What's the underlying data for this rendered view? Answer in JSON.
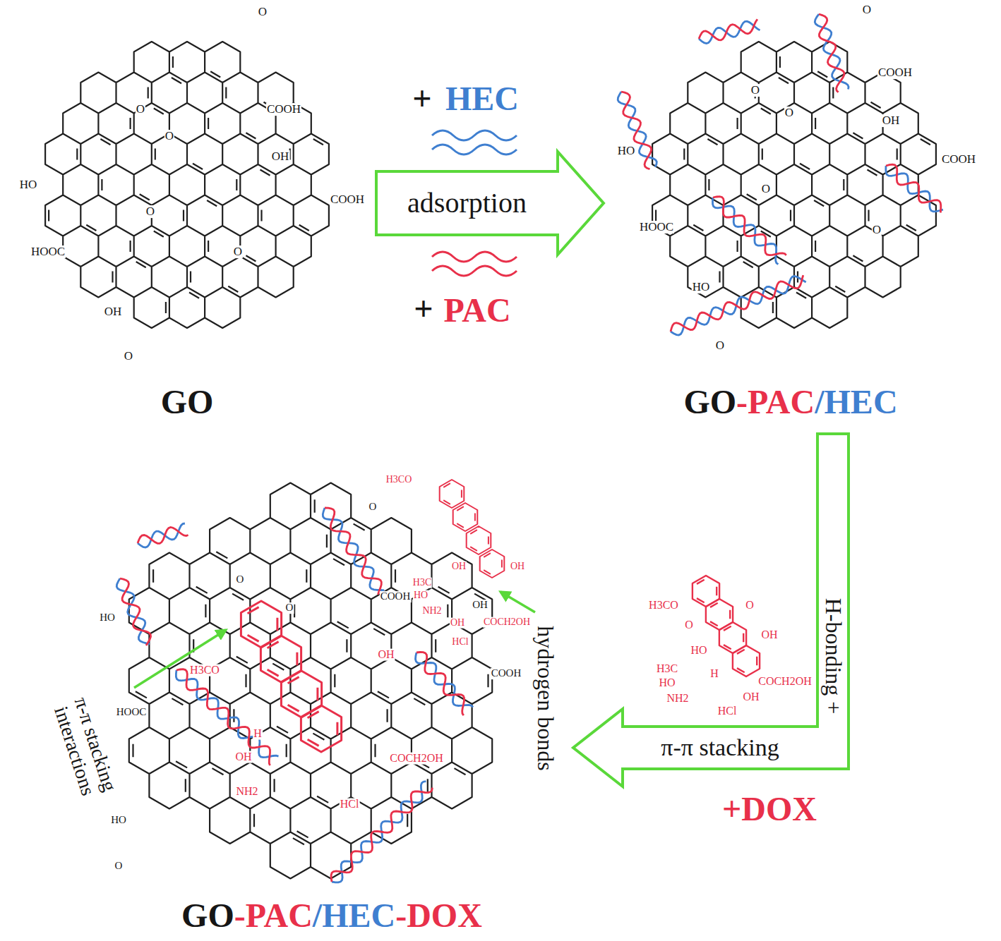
{
  "diagram": {
    "nodes": [
      {
        "text": [
          "GO"
        ]
      },
      {
        "text": [
          "GO-PAC/HEC"
        ]
      },
      {
        "text": [
          "GO-PAC/HEC-DOX"
        ]
      }
    ],
    "edges": [
      {
        "from": 0,
        "to": 1,
        "arrow": "to",
        "label": "adsorption"
      },
      {
        "from": 1,
        "to": 2,
        "arrow": "to",
        "label": "π-π stacking"
      }
    ],
    "labels": [
      "+",
      "HEC",
      "+",
      "PAC",
      "O",
      "COOH",
      "OH",
      "COOH",
      "HO",
      "HOOC",
      "OH",
      "O",
      "O",
      "O",
      "O",
      "O",
      "O",
      "COOH",
      "OH",
      "COOH",
      "HO",
      "HOOC",
      "HO",
      "O",
      "O",
      "O",
      "O",
      "O",
      "O",
      "COOH",
      "OH",
      "COOH",
      "HO",
      "HOOC",
      "HO",
      "O",
      "O",
      "O",
      "H3CO",
      "OH",
      "OH",
      "H3C",
      "HO",
      "NH2",
      "OH",
      "COCH2OH",
      "HCl",
      "H3CO",
      "OH",
      "OH",
      "H",
      "COCH2OH",
      "NH2",
      "HCl",
      "H3CO",
      "O",
      "O",
      "OH",
      "HO",
      "H",
      "H3C",
      "HO",
      "NH2",
      "COCH2OH",
      "OH",
      "HCl",
      "+DOX",
      "π-π stacking interactions",
      "hydrogen bonds",
      "H-bonding +"
    ]
  }
}
